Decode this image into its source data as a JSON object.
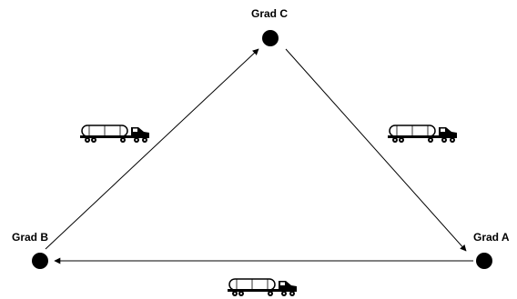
{
  "nodes": {
    "c": {
      "label": "Grad C"
    },
    "b": {
      "label": "Grad B"
    },
    "a": {
      "label": "Grad A"
    }
  },
  "colors": {
    "stroke": "#000000",
    "background": "#ffffff"
  },
  "icons": {
    "vehicle": "tanker-truck-icon"
  }
}
